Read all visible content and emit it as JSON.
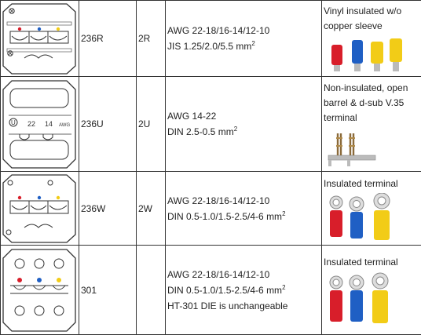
{
  "rows": [
    {
      "model": "236R",
      "code": "2R",
      "spec": {
        "line1": "AWG 22-18/16-14/12-10",
        "line2_text": "JIS 1.25/2.0/5.5 mm",
        "line2_sup": "2",
        "line3": ""
      },
      "terminal_label": "Vinyl insulated w/o copper sleeve",
      "terminal_icon": "vinyl-insulated-terminals-icon",
      "die_icon": "die-236r-icon"
    },
    {
      "model": "236U",
      "code": "2U",
      "spec": {
        "line1": "AWG 14-22",
        "line2_text": "DIN 2.5-0.5 mm",
        "line2_sup": "2",
        "line3": ""
      },
      "terminal_label": "Non-insulated, open barrel & d-sub V.35 terminal",
      "terminal_icon": "open-barrel-terminals-icon",
      "die_icon": "die-236u-icon",
      "die_marks": {
        "a": "22",
        "b": "14",
        "c": "AWG"
      }
    },
    {
      "model": "236W",
      "code": "2W",
      "spec": {
        "line1": "AWG 22-18/16-14/12-10",
        "line2_text": "DIN 0.5-1.0/1.5-2.5/4-6 mm",
        "line2_sup": "2",
        "line3": ""
      },
      "terminal_label": "Insulated terminal",
      "terminal_icon": "insulated-ring-terminals-icon",
      "die_icon": "die-236w-icon"
    },
    {
      "model": "301",
      "code": "",
      "spec": {
        "line1": "AWG 22-18/16-14/12-10",
        "line2_text": "DIN 0.5-1.0/1.5-2.5/4-6 mm",
        "line2_sup": "2",
        "line3": "HT-301 DIE is unchangeable"
      },
      "terminal_label": "Insulated terminal",
      "terminal_icon": "insulated-ring-terminals-icon",
      "die_icon": "die-301-icon"
    }
  ],
  "colors": {
    "red": "#d81e2a",
    "blue": "#1f5fc4",
    "yellow": "#f2cc17",
    "border": "#333333"
  }
}
